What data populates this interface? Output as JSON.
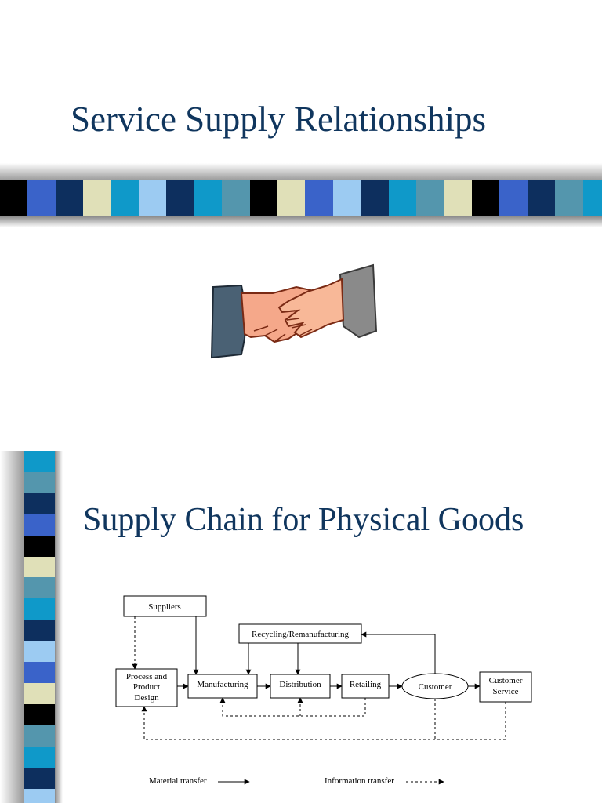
{
  "slide1": {
    "title": "Service Supply Relationships",
    "band_colors": [
      "#000000",
      "#3a63c9",
      "#0d2f5e",
      "#e0e0b8",
      "#0f99c9",
      "#9ccbf2",
      "#0d2f5e",
      "#0f99c9",
      "#5496ad",
      "#000000",
      "#e0e0b8",
      "#3a63c9",
      "#9ccbf2",
      "#0d2f5e",
      "#0f99c9",
      "#5496ad",
      "#e0e0b8",
      "#000000",
      "#3a63c9",
      "#0d2f5e",
      "#5496ad",
      "#0f99c9"
    ]
  },
  "slide2": {
    "title": "Supply Chain for Physical Goods",
    "band_colors": [
      "#0f99c9",
      "#5496ad",
      "#0d2f5e",
      "#3a63c9",
      "#000000",
      "#e0e0b8",
      "#5496ad",
      "#0f99c9",
      "#0d2f5e",
      "#9ccbf2",
      "#3a63c9",
      "#e0e0b8",
      "#000000",
      "#5496ad",
      "#0f99c9",
      "#0d2f5e",
      "#9ccbf2"
    ],
    "diagram": {
      "suppliers": "Suppliers",
      "recycling": "Recycling/Remanufacturing",
      "process_line1": "Process and",
      "process_line2": "Product",
      "process_line3": "Design",
      "manufacturing": "Manufacturing",
      "distribution": "Distribution",
      "retailing": "Retailing",
      "customer": "Customer",
      "service_line1": "Customer",
      "service_line2": "Service",
      "legend_material": "Material transfer",
      "legend_information": "Information transfer"
    }
  },
  "colors": {
    "title": "#10365e",
    "sleeve_left": "#4a6174",
    "sleeve_right": "#8a8a8a",
    "skin": "#f5a88a"
  }
}
